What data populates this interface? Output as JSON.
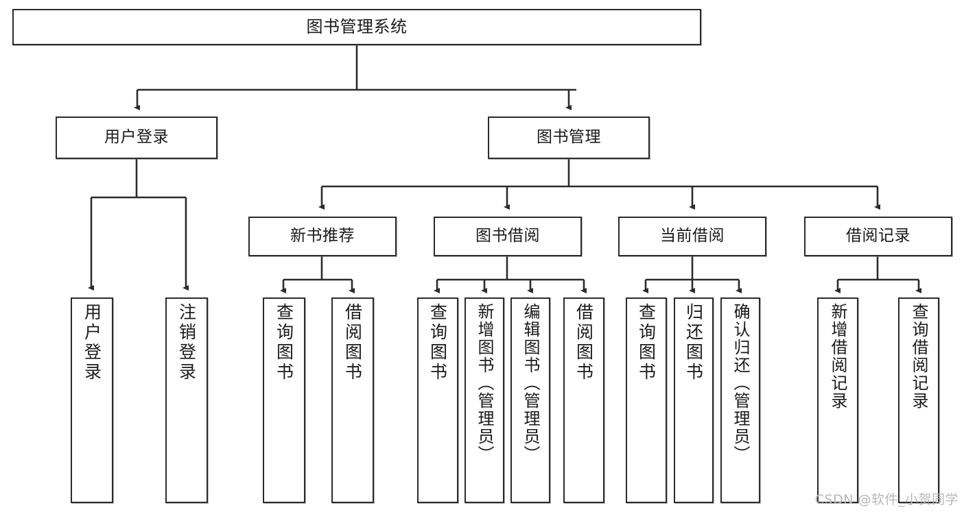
{
  "diagram": {
    "title": "图书管理系统",
    "type": "tree-hierarchy-diagram",
    "watermark": "CSDN @软件_小贺同学",
    "colors": {
      "box_border": "#2b2b2b",
      "box_fill": "#ffffff",
      "text": "#1a1a1a",
      "edge": "#2b2b2b",
      "watermark": "#b8b8b8"
    },
    "nodes": {
      "root": {
        "label": "图书管理系统"
      },
      "level2": [
        {
          "label": "用户登录"
        },
        {
          "label": "图书管理"
        }
      ],
      "level3": [
        {
          "label": "新书推荐"
        },
        {
          "label": "图书借阅"
        },
        {
          "label": "当前借阅"
        },
        {
          "label": "借阅记录"
        }
      ],
      "leaves": {
        "user_login": [
          {
            "label": "用户登录"
          },
          {
            "label": "注销登录"
          }
        ],
        "new_book_recommend": [
          {
            "label": "查询图书"
          },
          {
            "label": "借阅图书"
          }
        ],
        "book_borrow": [
          {
            "label": "查询图书"
          },
          {
            "label": "新增图书（管理员）"
          },
          {
            "label": "编辑图书（管理员）"
          },
          {
            "label": "借阅图书"
          }
        ],
        "current_borrow": [
          {
            "label": "查询图书"
          },
          {
            "label": "归还图书"
          },
          {
            "label": "确认归还（管理员）"
          }
        ],
        "borrow_record": [
          {
            "label": "新增借阅记录"
          },
          {
            "label": "查询借阅记录"
          }
        ]
      }
    }
  }
}
